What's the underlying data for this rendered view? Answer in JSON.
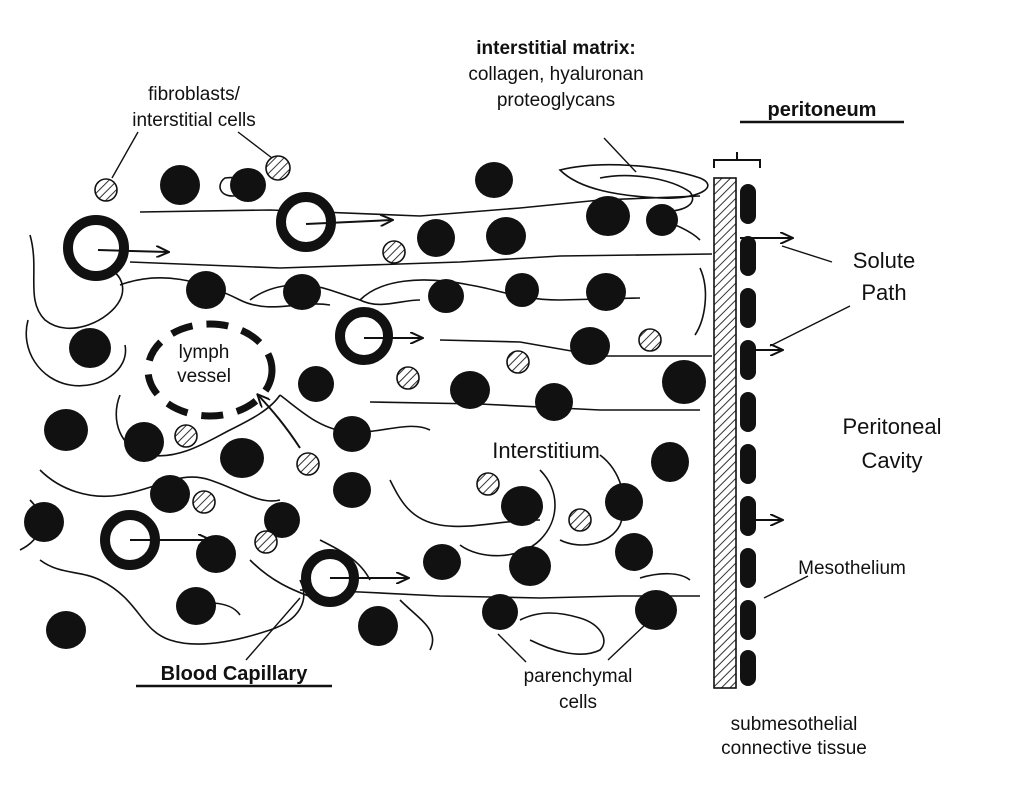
{
  "labels": {
    "fibroblasts_1": "fibroblasts/",
    "fibroblasts_2": "interstitial cells",
    "matrix_title": "interstitial matrix:",
    "matrix_line2": "collagen, hyaluronan",
    "matrix_line3": "proteoglycans",
    "peritoneum": "peritoneum",
    "solute_1": "Solute",
    "solute_2": "Path",
    "lymph_1": "lymph",
    "lymph_2": "vessel",
    "interstitium": "Interstitium",
    "cavity_1": "Peritoneal",
    "cavity_2": "Cavity",
    "mesothelium": "Mesothelium",
    "blood_capillary": "Blood Capillary",
    "parenchymal_1": "parenchymal",
    "parenchymal_2": "cells",
    "submeso_1": "submesothelial",
    "submeso_2": "connective tissue"
  },
  "colors": {
    "ink": "#111111",
    "background": "#ffffff",
    "hatch": "#333333"
  },
  "icons": {
    "capillary": "ring-circle-icon",
    "parenchymal": "filled-blob-icon",
    "fibroblast": "hatched-circle-icon",
    "arrow": "arrow-right-icon"
  }
}
